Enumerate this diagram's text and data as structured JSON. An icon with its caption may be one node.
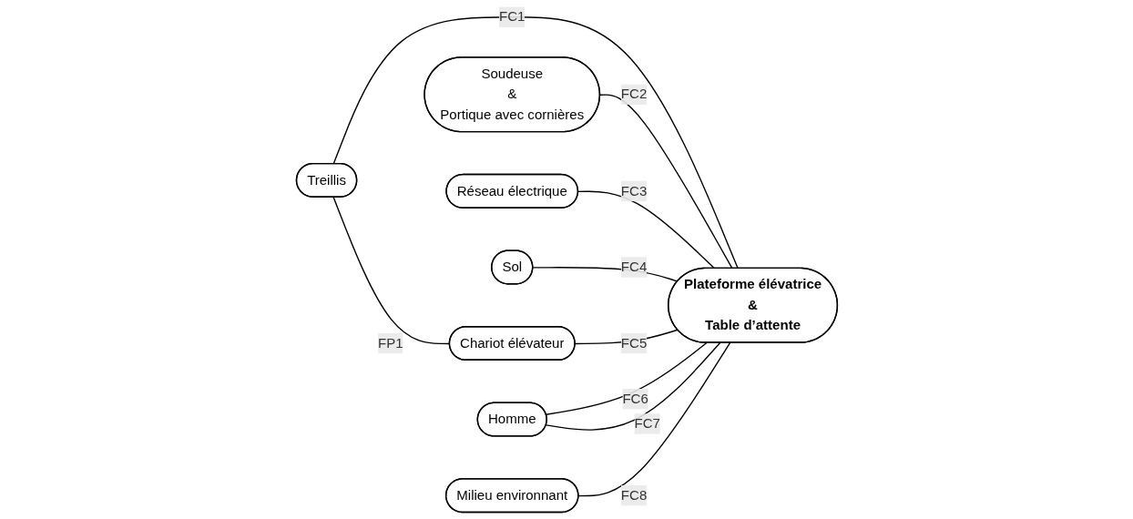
{
  "diagram": {
    "nodes": [
      {
        "text": [
          "Treillis"
        ]
      },
      {
        "text": [
          "Sol"
        ]
      },
      {
        "text": [
          "Chariot élévateur"
        ]
      },
      {
        "text": [
          "Soudeuse",
          "&",
          "Portique avec cornières"
        ]
      },
      {
        "text": [
          "Plateforme élévatrice",
          "&",
          "Table d’attente"
        ]
      },
      {
        "text": [
          "Milieu environnant"
        ]
      },
      {
        "text": [
          "Homme"
        ]
      },
      {
        "text": [
          "Réseau électrique"
        ]
      }
    ],
    "edges": [
      {
        "from": 0,
        "to": 2,
        "arrow": "none",
        "label": "FP1"
      },
      {
        "from": 0,
        "to": 4,
        "arrow": "none",
        "label": "FC1"
      },
      {
        "from": 3,
        "to": 4,
        "arrow": "none",
        "label": "FC2"
      },
      {
        "from": 7,
        "to": 4,
        "arrow": "none",
        "label": "FC3"
      },
      {
        "from": 1,
        "to": 4,
        "arrow": "none",
        "label": "FC4"
      },
      {
        "from": 2,
        "to": 4,
        "arrow": "none",
        "label": "FC5"
      },
      {
        "from": 6,
        "to": 4,
        "arrow": "none",
        "label": "FC6"
      },
      {
        "from": 6,
        "to": 4,
        "arrow": "none",
        "label": "FC7"
      },
      {
        "from": 5,
        "to": 4,
        "arrow": "none",
        "label": "FC8"
      }
    ]
  }
}
